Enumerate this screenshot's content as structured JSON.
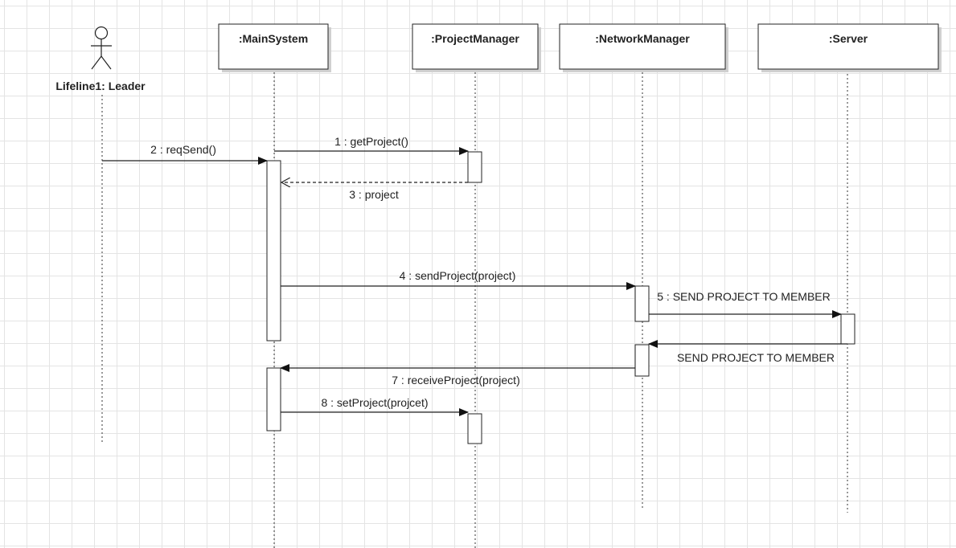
{
  "actor": {
    "label": "Lifeline1: Leader",
    "icon": "stick-figure-icon"
  },
  "objects": {
    "main_system": ":MainSystem",
    "project_manager": ":ProjectManager",
    "network_manager": ":NetworkManager",
    "server": ":Server"
  },
  "messages": {
    "m1": "1 : getProject()",
    "m2": "2 : reqSend()",
    "m3": "3 : project",
    "m4": "4 : sendProject(project)",
    "m5": "5 : SEND PROJECT TO MEMBER",
    "m6": "SEND PROJECT TO MEMBER",
    "m7": "7 : receiveProject(project)",
    "m8": "8 : setProject(projcet)"
  }
}
